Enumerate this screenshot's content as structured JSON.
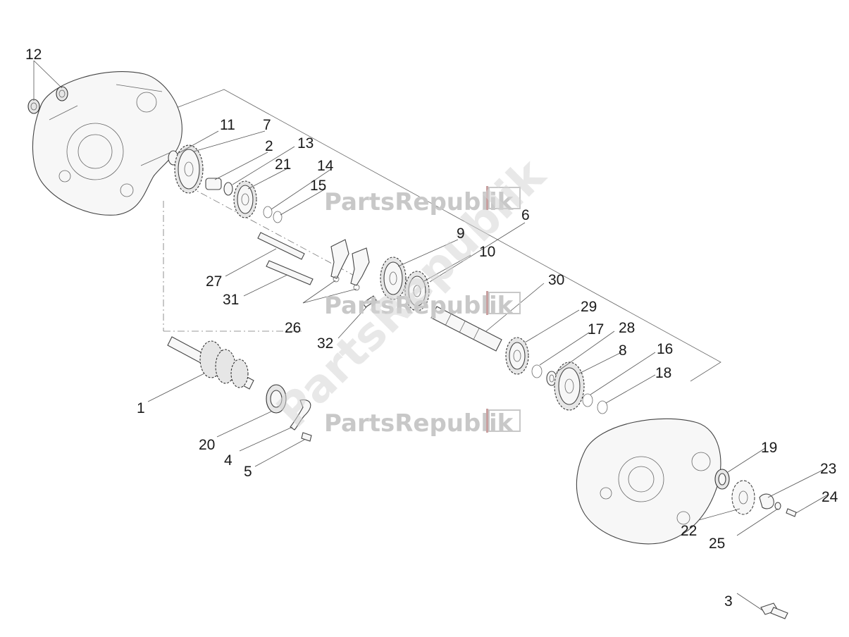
{
  "watermark": {
    "text": "PartsRepublik"
  },
  "callouts": [
    "12",
    "11",
    "7",
    "2",
    "13",
    "21",
    "14",
    "15",
    "6",
    "9",
    "10",
    "30",
    "27",
    "31",
    "26",
    "32",
    "29",
    "17",
    "28",
    "8",
    "16",
    "18",
    "1",
    "20",
    "4",
    "5",
    "19",
    "23",
    "24",
    "22",
    "25",
    "3"
  ],
  "colors": {
    "line": "#444444",
    "label": "#1a1a1a",
    "watermark": "#c8c8c8",
    "watermark_accent": "#b00000"
  }
}
